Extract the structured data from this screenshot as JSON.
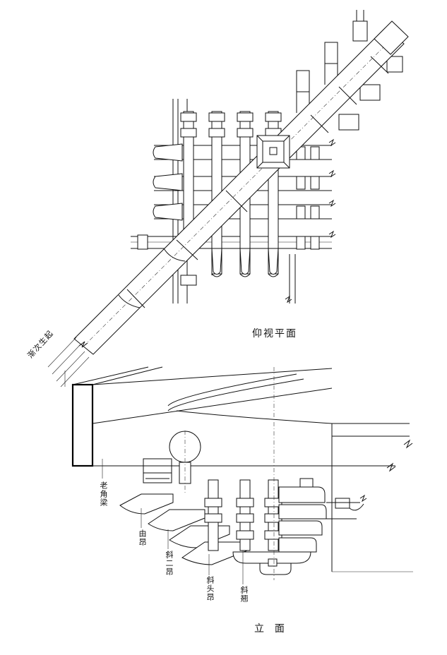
{
  "plan_view": {
    "title": "仰视平面"
  },
  "elevation_view": {
    "title": "立  面"
  },
  "annotations": {
    "jianci_shengqi": "渐次生起",
    "lao_jiao_liang": "老角梁",
    "you_ang": "由昂",
    "xie_er_ang": "斜二昂",
    "xie_tou_ang": "斜头昂",
    "xie_qiao": "斜翘"
  }
}
